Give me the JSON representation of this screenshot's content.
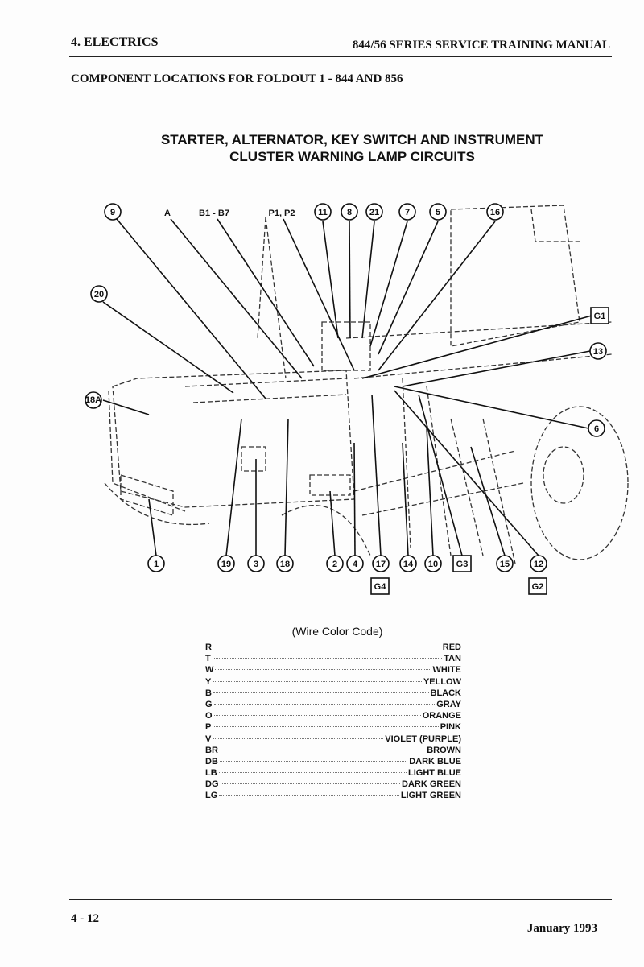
{
  "header": {
    "section": "4. ELECTRICS",
    "manual": "844/56 SERIES SERVICE TRAINING MANUAL"
  },
  "subheading": "COMPONENT LOCATIONS FOR FOLDOUT 1 - 844 AND 856",
  "title": {
    "line1": "STARTER, ALTERNATOR, KEY SWITCH AND INSTRUMENT",
    "line2": "CLUSTER WARNING LAMP CIRCUITS"
  },
  "callouts": {
    "c9": "9",
    "cA": "A",
    "cB": "B1 - B7",
    "cP": "P1, P2",
    "c11": "11",
    "c8": "8",
    "c21": "21",
    "c7": "7",
    "c5": "5",
    "c16": "16",
    "c20": "20",
    "c18A": "18A",
    "cG1": "G1",
    "c13": "13",
    "c6": "6",
    "c1": "1",
    "c19": "19",
    "c3": "3",
    "c18": "18",
    "c2": "2",
    "c4": "4",
    "c17": "17",
    "c14": "14",
    "c10": "10",
    "cG3": "G3",
    "c15": "15",
    "c12": "12",
    "cG4": "G4",
    "cG2": "G2"
  },
  "wire_code": {
    "title": "(Wire Color Code)",
    "rows": [
      {
        "code": "R",
        "color": "RED"
      },
      {
        "code": "T",
        "color": "TAN"
      },
      {
        "code": "W",
        "color": "WHITE"
      },
      {
        "code": "Y",
        "color": "YELLOW"
      },
      {
        "code": "B",
        "color": "BLACK"
      },
      {
        "code": "G",
        "color": "GRAY"
      },
      {
        "code": "O",
        "color": "ORANGE"
      },
      {
        "code": "P",
        "color": "PINK"
      },
      {
        "code": "V",
        "color": "VIOLET (PURPLE)"
      },
      {
        "code": "BR",
        "color": "BROWN"
      },
      {
        "code": "DB",
        "color": "DARK BLUE"
      },
      {
        "code": "LB",
        "color": "LIGHT BLUE"
      },
      {
        "code": "DG",
        "color": "DARK GREEN"
      },
      {
        "code": "LG",
        "color": "LIGHT GREEN"
      }
    ]
  },
  "footer": {
    "page": "4 - 12",
    "date": "January 1993"
  }
}
